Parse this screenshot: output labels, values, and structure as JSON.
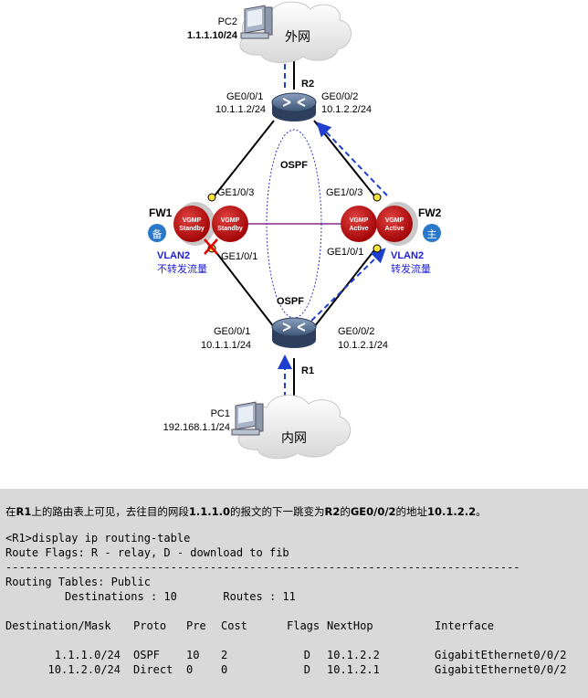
{
  "diagram": {
    "pc2": {
      "name": "PC2",
      "ip": "1.1.1.10/24",
      "cloud": "外网"
    },
    "r2": {
      "name": "R2",
      "left_port": "GE0/0/1",
      "left_ip": "10.1.1.2/24",
      "right_port": "GE0/0/2",
      "right_ip": "10.1.2.2/24"
    },
    "ospf_top": "OSPF",
    "ospf_bottom": "OSPF",
    "fw1": {
      "name": "FW1",
      "badge": "备",
      "top_port": "GE1/0/3",
      "bottom_port": "GE1/0/1",
      "vgmp_left": [
        "VGMP",
        "Standby"
      ],
      "vgmp_right": [
        "VGMP",
        "Standby"
      ],
      "vlan": "VLAN2",
      "note": "不转发流量"
    },
    "fw2": {
      "name": "FW2",
      "badge": "主",
      "top_port": "GE1/0/3",
      "bottom_port": "GE1/0/1",
      "vgmp_left": [
        "VGMP",
        "Active"
      ],
      "vgmp_right": [
        "VGMP",
        "Active"
      ],
      "vlan": "VLAN2",
      "note": "转发流量"
    },
    "r1": {
      "name": "R1",
      "left_port": "GE0/0/1",
      "left_ip": "10.1.1.1/24",
      "right_port": "GE0/0/2",
      "right_ip": "10.1.2.1/24"
    },
    "pc1": {
      "name": "PC1",
      "ip": "192.168.1.1/24",
      "cloud": "内网"
    },
    "colors": {
      "fw_red": "#c00000",
      "vlan_blue": "#1f1fd6",
      "traffic_blue": "#1f3fcf",
      "heartbeat": "#8b2c8b"
    }
  },
  "console": {
    "note_parts": [
      "在",
      "R1",
      "上的路由表上可见，去往目的网段",
      "1.1.1.0",
      "的报文的下一跳变为",
      "R2",
      "的",
      "GE0/0/2",
      "的地址",
      "10.1.2.2",
      "。"
    ],
    "command": "<R1>display ip routing-table",
    "flags": "Route Flags: R - relay, D - download to fib",
    "separator": "------------------------------------------------------------------------------",
    "tables": "Routing Tables: Public",
    "dest_line": "         Destinations : 10       Routes : 11",
    "headers": [
      "Destination/Mask",
      "Proto",
      "Pre",
      "Cost",
      "Flags",
      "NextHop",
      "Interface"
    ],
    "rows": [
      [
        "1.1.1.0/24",
        "OSPF",
        "10",
        "2",
        "D",
        "10.1.2.2",
        "GigabitEthernet0/0/2"
      ],
      [
        "10.1.2.0/24",
        "Direct",
        "0",
        "0",
        "D",
        "10.1.2.1",
        "GigabitEthernet0/0/2"
      ]
    ]
  }
}
